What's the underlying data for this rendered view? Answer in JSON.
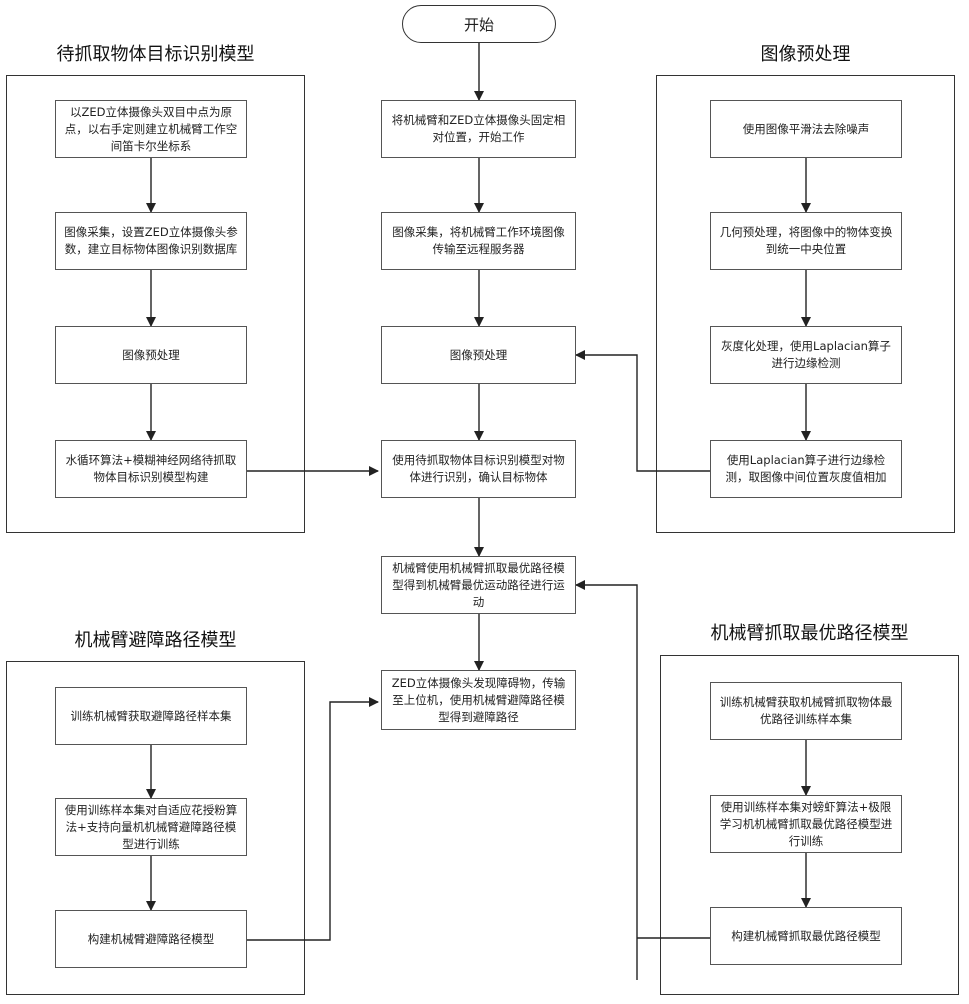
{
  "start": {
    "label": "开始"
  },
  "groups": {
    "recognition_model": {
      "title": "待抓取物体目标识别模型"
    },
    "preprocess": {
      "title": "图像预处理"
    },
    "avoidance_model": {
      "title": "机械臂避障路径模型"
    },
    "optimal_path_model": {
      "title": "机械臂抓取最优路径模型"
    }
  },
  "main_flow": [
    "将机械臂和ZED立体摄像头固定相对位置，开始工作",
    "图像采集，将机械臂工作环境图像传输至远程服务器",
    "图像预处理",
    "使用待抓取物体目标识别模型对物体进行识别，确认目标物体",
    "机械臂使用机械臂抓取最优路径模型得到机械臂最优运动路径进行运动",
    "ZED立体摄像头发现障碍物，传输至上位机，使用机械臂避障路径模型得到避障路径"
  ],
  "recognition_steps": [
    "以ZED立体摄像头双目中点为原点，以右手定则建立机械臂工作空间笛卡尔坐标系",
    "图像采集，设置ZED立体摄像头参数，建立目标物体图像识别数据库",
    "图像预处理",
    "水循环算法+模糊神经网络待抓取物体目标识别模型构建"
  ],
  "preprocess_steps": [
    "使用图像平滑法去除噪声",
    "几何预处理，将图像中的物体变换到统一中央位置",
    "灰度化处理，使用Laplacian算子进行边缘检测",
    "使用Laplacian算子进行边缘检测，取图像中间位置灰度值相加"
  ],
  "avoidance_steps": [
    "训练机械臂获取避障路径样本集",
    "使用训练样本集对自适应花授粉算法+支持向量机机械臂避障路径模型进行训练",
    "构建机械臂避障路径模型"
  ],
  "optimal_steps": [
    "训练机械臂获取机械臂抓取物体最优路径训练样本集",
    "使用训练样本集对螃虾算法+极限学习机机械臂抓取最优路径模型进行训练",
    "构建机械臂抓取最优路径模型"
  ]
}
